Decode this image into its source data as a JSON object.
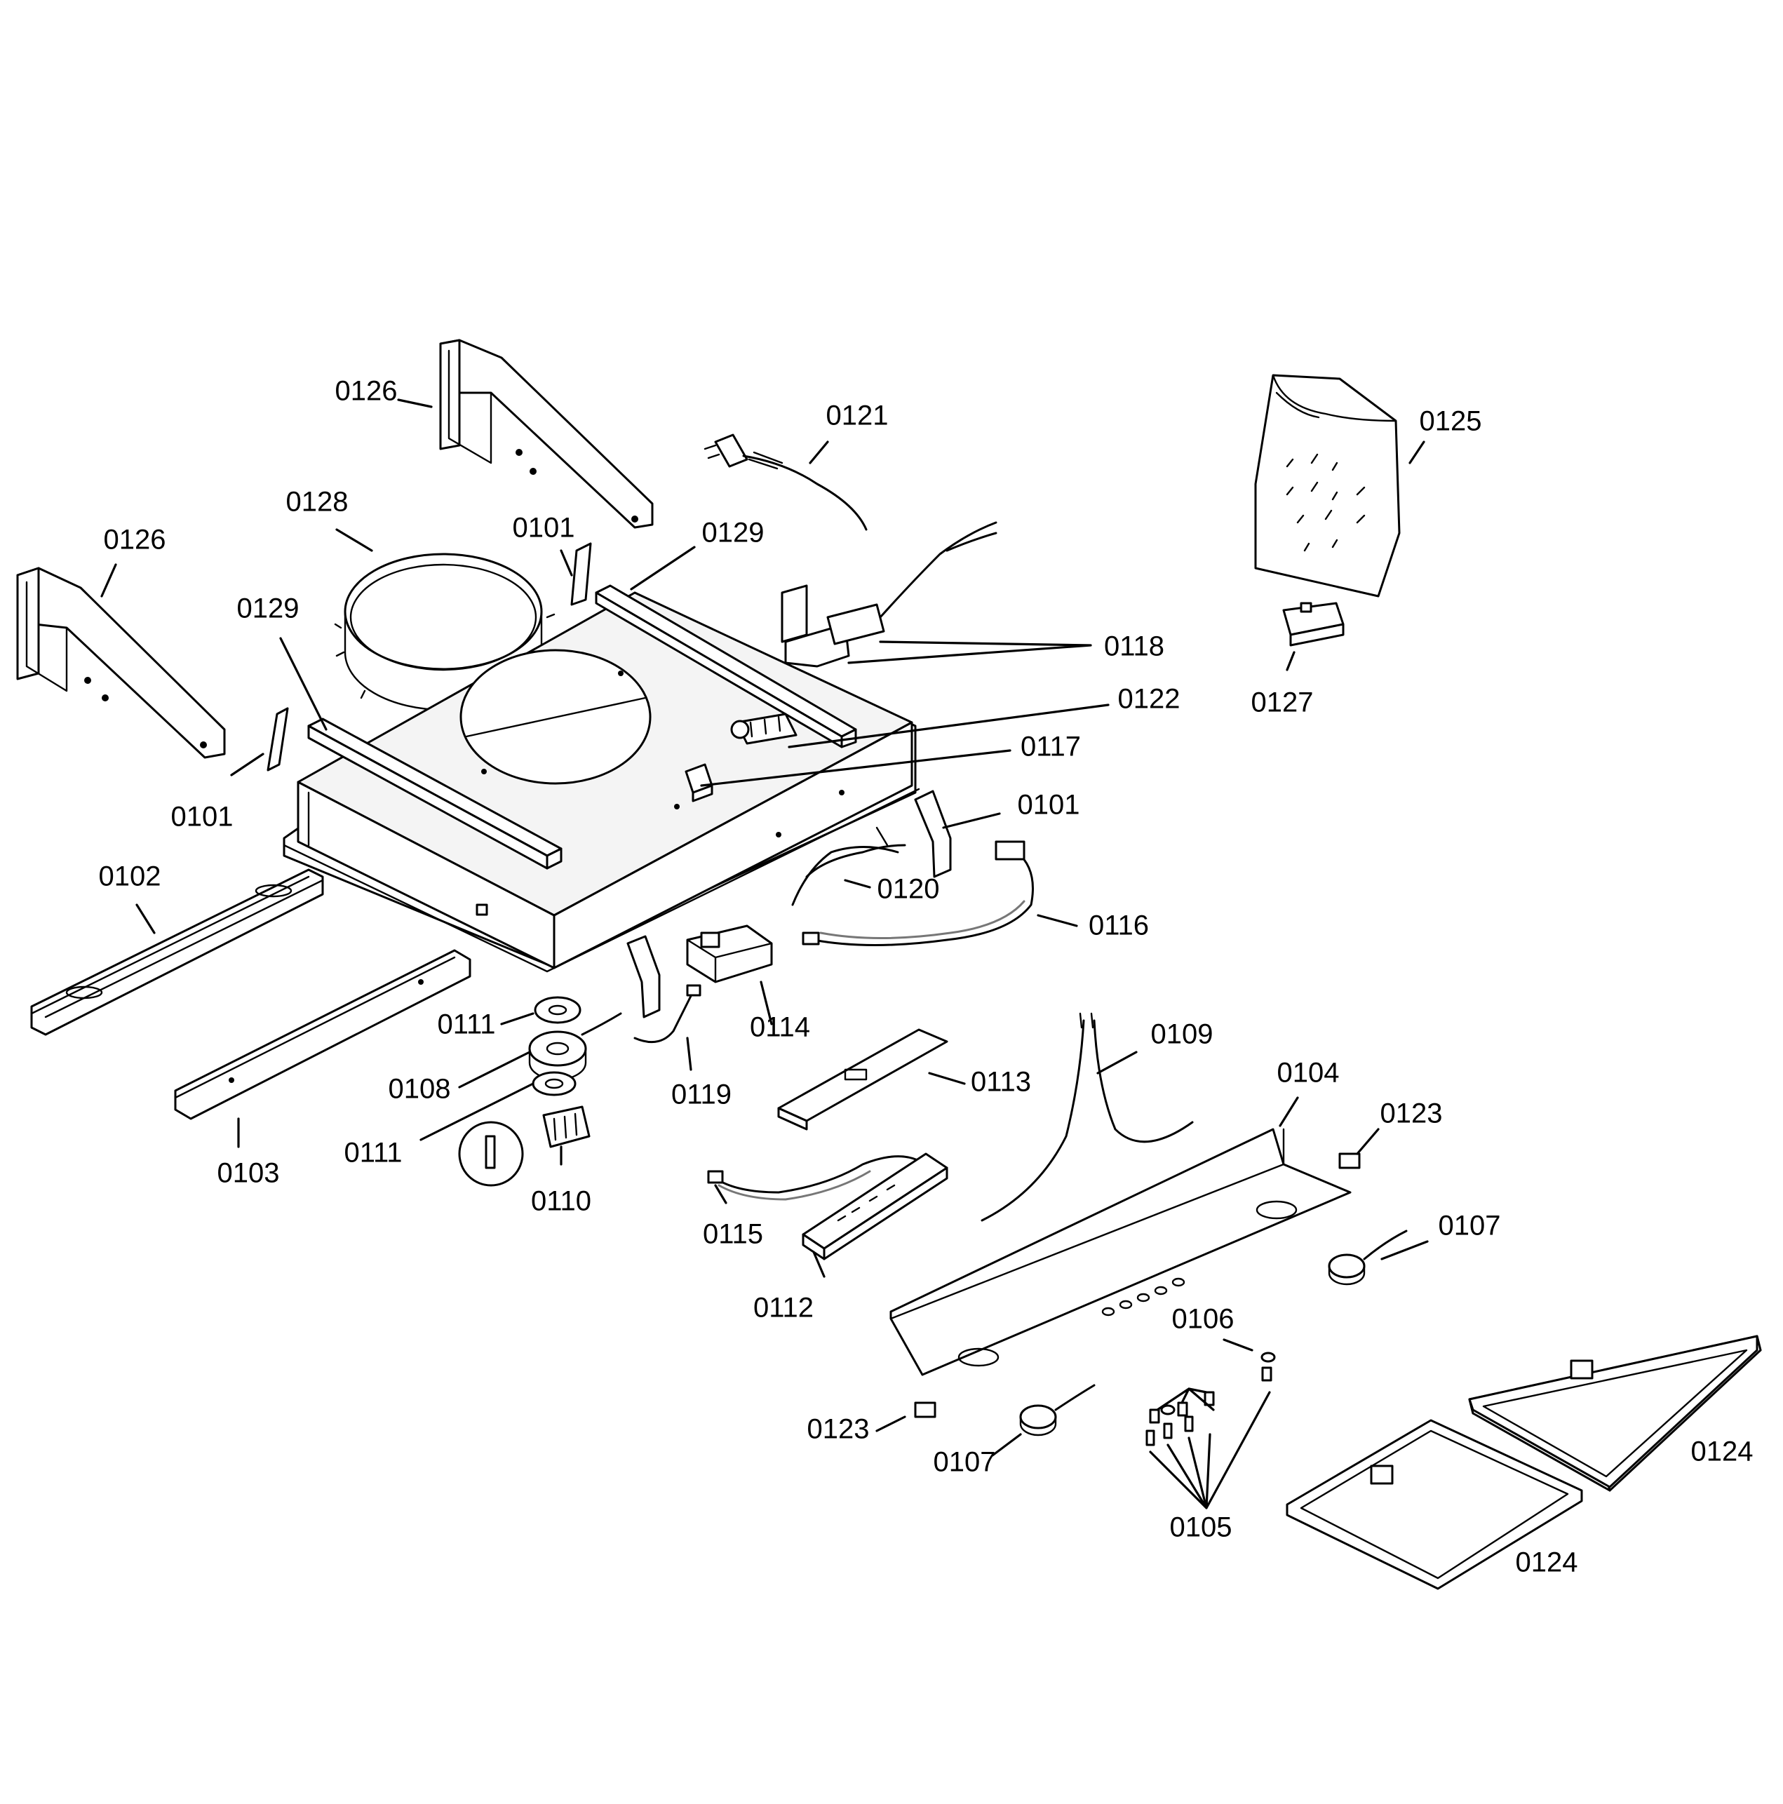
{
  "diagram": {
    "labels": {
      "p0126_top": "0126",
      "p0121": "0121",
      "p0125": "0125",
      "p0128": "0128",
      "p0101_top": "0101",
      "p0129_right": "0129",
      "p0126_left": "0126",
      "p0129_left": "0129",
      "p0118": "0118",
      "p0127": "0127",
      "p0122": "0122",
      "p0117": "0117",
      "p0101_left": "0101",
      "p0101_right": "0101",
      "p0102": "0102",
      "p0120": "0120",
      "p0116": "0116",
      "p0111_top": "0111",
      "p0114": "0114",
      "p0109": "0109",
      "p0108": "0108",
      "p0113": "0113",
      "p0104": "0104",
      "p0123_right": "0123",
      "p0119": "0119",
      "p0111_bottom": "0111",
      "p0103": "0103",
      "p0110": "0110",
      "p0115": "0115",
      "p0107_right": "0107",
      "p0112": "0112",
      "p0106": "0106",
      "p0123_left": "0123",
      "p0107_left": "0107",
      "p0124_right": "0124",
      "p0105": "0105",
      "p0124_bottom": "0124"
    }
  }
}
